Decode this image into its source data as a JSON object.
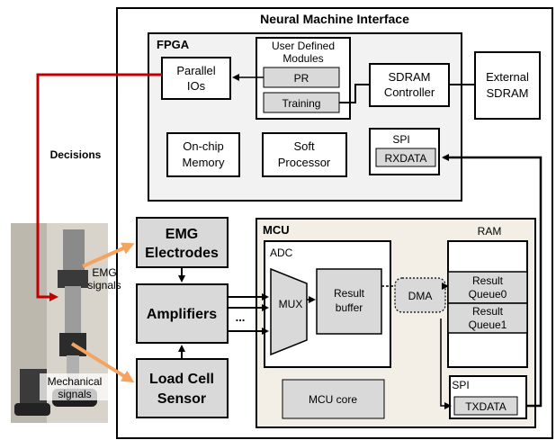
{
  "title": "Neural Machine Interface",
  "fpga": {
    "label": "FPGA",
    "parallel_ios": [
      "Parallel",
      "IOs"
    ],
    "user_modules": [
      "User Defined",
      "Modules"
    ],
    "pr": "PR",
    "training": "Training",
    "sdram_controller": [
      "SDRAM",
      "Controller"
    ],
    "onchip_memory": [
      "On-chip",
      "Memory"
    ],
    "soft_processor": [
      "Soft",
      "Processor"
    ],
    "spi_label": "SPI",
    "rxdata": "RXDATA"
  },
  "external_sdram": [
    "External",
    "SDRAM"
  ],
  "decisions": "Decisions",
  "emg_electrodes": [
    "EMG",
    "Electrodes"
  ],
  "amplifiers": "Amplifiers",
  "load_cell": [
    "Load Cell",
    "Sensor"
  ],
  "emg_signals": [
    "EMG",
    "signals"
  ],
  "mechanical_signals": [
    "Mechanical",
    "signals"
  ],
  "ellipsis": "...",
  "mcu": {
    "label": "MCU",
    "adc": "ADC",
    "mux": "MUX",
    "result_buffer": [
      "Result",
      "buffer"
    ],
    "dma": "DMA",
    "ram": "RAM",
    "queue0": [
      "Result",
      "Queue0"
    ],
    "queue1": [
      "Result",
      "Queue1"
    ],
    "mcu_core": "MCU core",
    "spi_label": "SPI",
    "txdata": "TXDATA"
  },
  "colors": {
    "decision_line": "#c00000",
    "signal_arrow": "#f4a460",
    "mcu_bg": "#f3efe6",
    "fpga_bg": "#f2f2f2",
    "gray_box": "#d9d9d9"
  }
}
